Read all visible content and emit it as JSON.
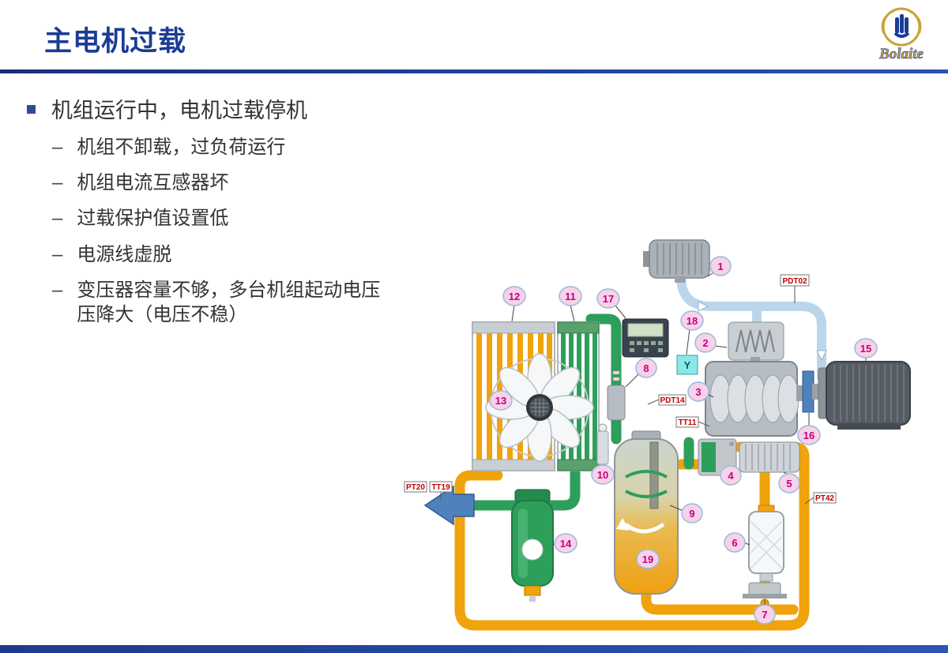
{
  "slide": {
    "title": "主电机过载",
    "logo": "Bolaite",
    "dash": "–",
    "main_bullet": "机组运行中，电机过载停机",
    "sub_bullets": [
      "机组不卸载，过负荷运行",
      "机组电流互感器坏",
      "过载保护值设置低",
      "电源线虚脱",
      "变压器容量不够，多台机组起动电压压降大（电压不稳）"
    ]
  },
  "diagram": {
    "callouts": [
      "1",
      "2",
      "3",
      "4",
      "5",
      "6",
      "7",
      "8",
      "9",
      "10",
      "11",
      "12",
      "13",
      "14",
      "15",
      "16",
      "17",
      "18",
      "19"
    ],
    "labels": {
      "pdt02": "PDT02",
      "pdt14": "PDT14",
      "tt11": "TT11",
      "pt20": "PT20",
      "tt19": "TT19",
      "pt42": "PT42"
    },
    "y_label": "Y"
  },
  "colors": {
    "title_blue": "#1b3c96",
    "bar_blue": "#27418f",
    "pipe_orange": "#f0a30a",
    "pipe_green": "#2e9e5b",
    "pipe_blue": "#bbd6ea",
    "callout_fill": "#f8d2e9",
    "callout_text": "#c4007e",
    "tag_text": "#c00000"
  }
}
